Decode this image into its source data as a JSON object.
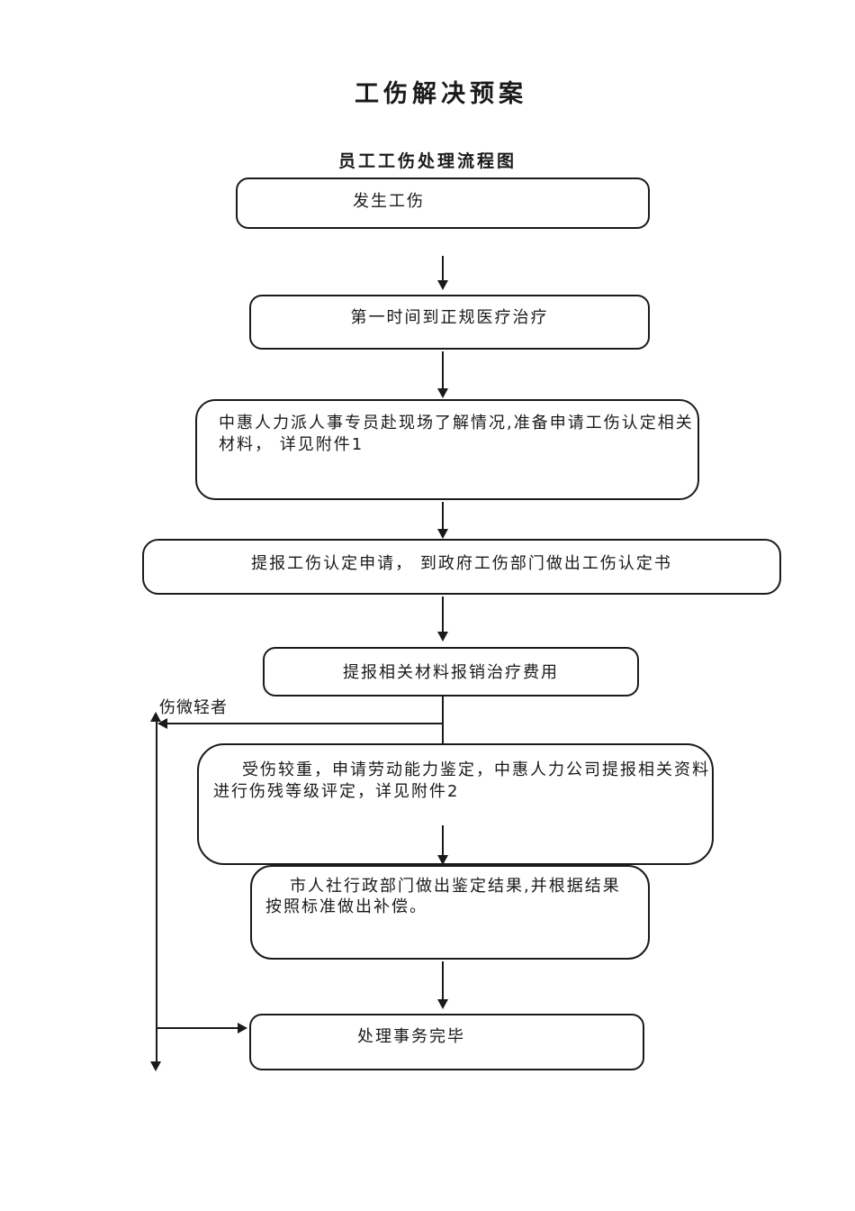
{
  "document": {
    "title": "工伤解决预案",
    "subtitle": "员工工伤处理流程图"
  },
  "flowchart": {
    "branch_label": "伤微轻者",
    "nodes": {
      "n1": {
        "text": "发生工伤"
      },
      "n2": {
        "text": "第一时间到正规医疗治疗"
      },
      "n3": {
        "line1": "中惠人力派人事专员赴现场了解情况,准备申请工伤认定相关",
        "line2": "材料， 详见附件1"
      },
      "n4": {
        "text": "提报工伤认定申请， 到政府工伤部门做出工伤认定书"
      },
      "n5": {
        "text": "提报相关材料报销治疗费用"
      },
      "n6": {
        "line1": "受伤较重，申请劳动能力鉴定，中惠人力公司提报相关资料",
        "line2": "进行伤残等级评定，详见附件2"
      },
      "n7": {
        "line1": "市人社行政部门做出鉴定结果,并根据结果",
        "line2": "按照标准做出补偿。"
      },
      "n8": {
        "text": "处理事务完毕"
      }
    }
  },
  "colors": {
    "ink": "#1a1a1a",
    "background": "#ffffff"
  }
}
